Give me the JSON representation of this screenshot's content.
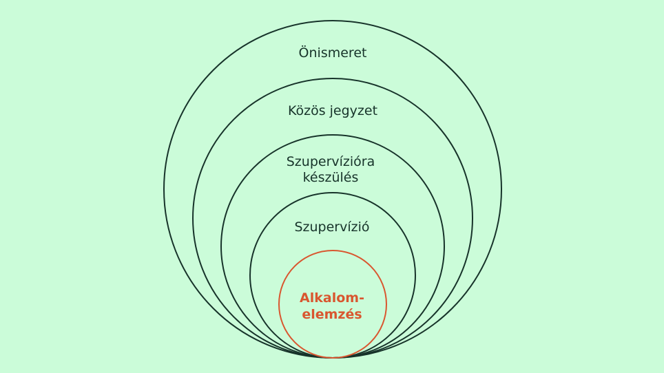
{
  "diagram": {
    "colors": {
      "background": "#cbfcd9",
      "outline": "#17332a",
      "highlight": "#d9562f"
    },
    "rings": [
      {
        "lines": [
          "Önismeret"
        ]
      },
      {
        "lines": [
          "Közös jegyzet"
        ]
      },
      {
        "lines": [
          "Szupervízióra",
          "készülés"
        ]
      },
      {
        "lines": [
          "Szupervízió"
        ]
      }
    ],
    "core": {
      "lines": [
        "Alkalom-",
        "elemzés"
      ]
    }
  }
}
